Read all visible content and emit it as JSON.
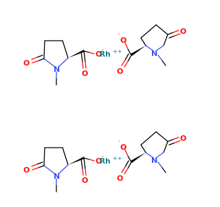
{
  "diagram": {
    "type": "chemical-structure",
    "atoms": {
      "oxygen": "O",
      "nitrogen": "N",
      "rhodium": "Rh",
      "anion_charge": "-",
      "cation_charge": "++"
    },
    "colors": {
      "oxygen": "#ff0d0d",
      "nitrogen": "#3050f8",
      "rhodium": "#0a7d8c",
      "bond": "#000000",
      "background": "#ffffff"
    }
  }
}
